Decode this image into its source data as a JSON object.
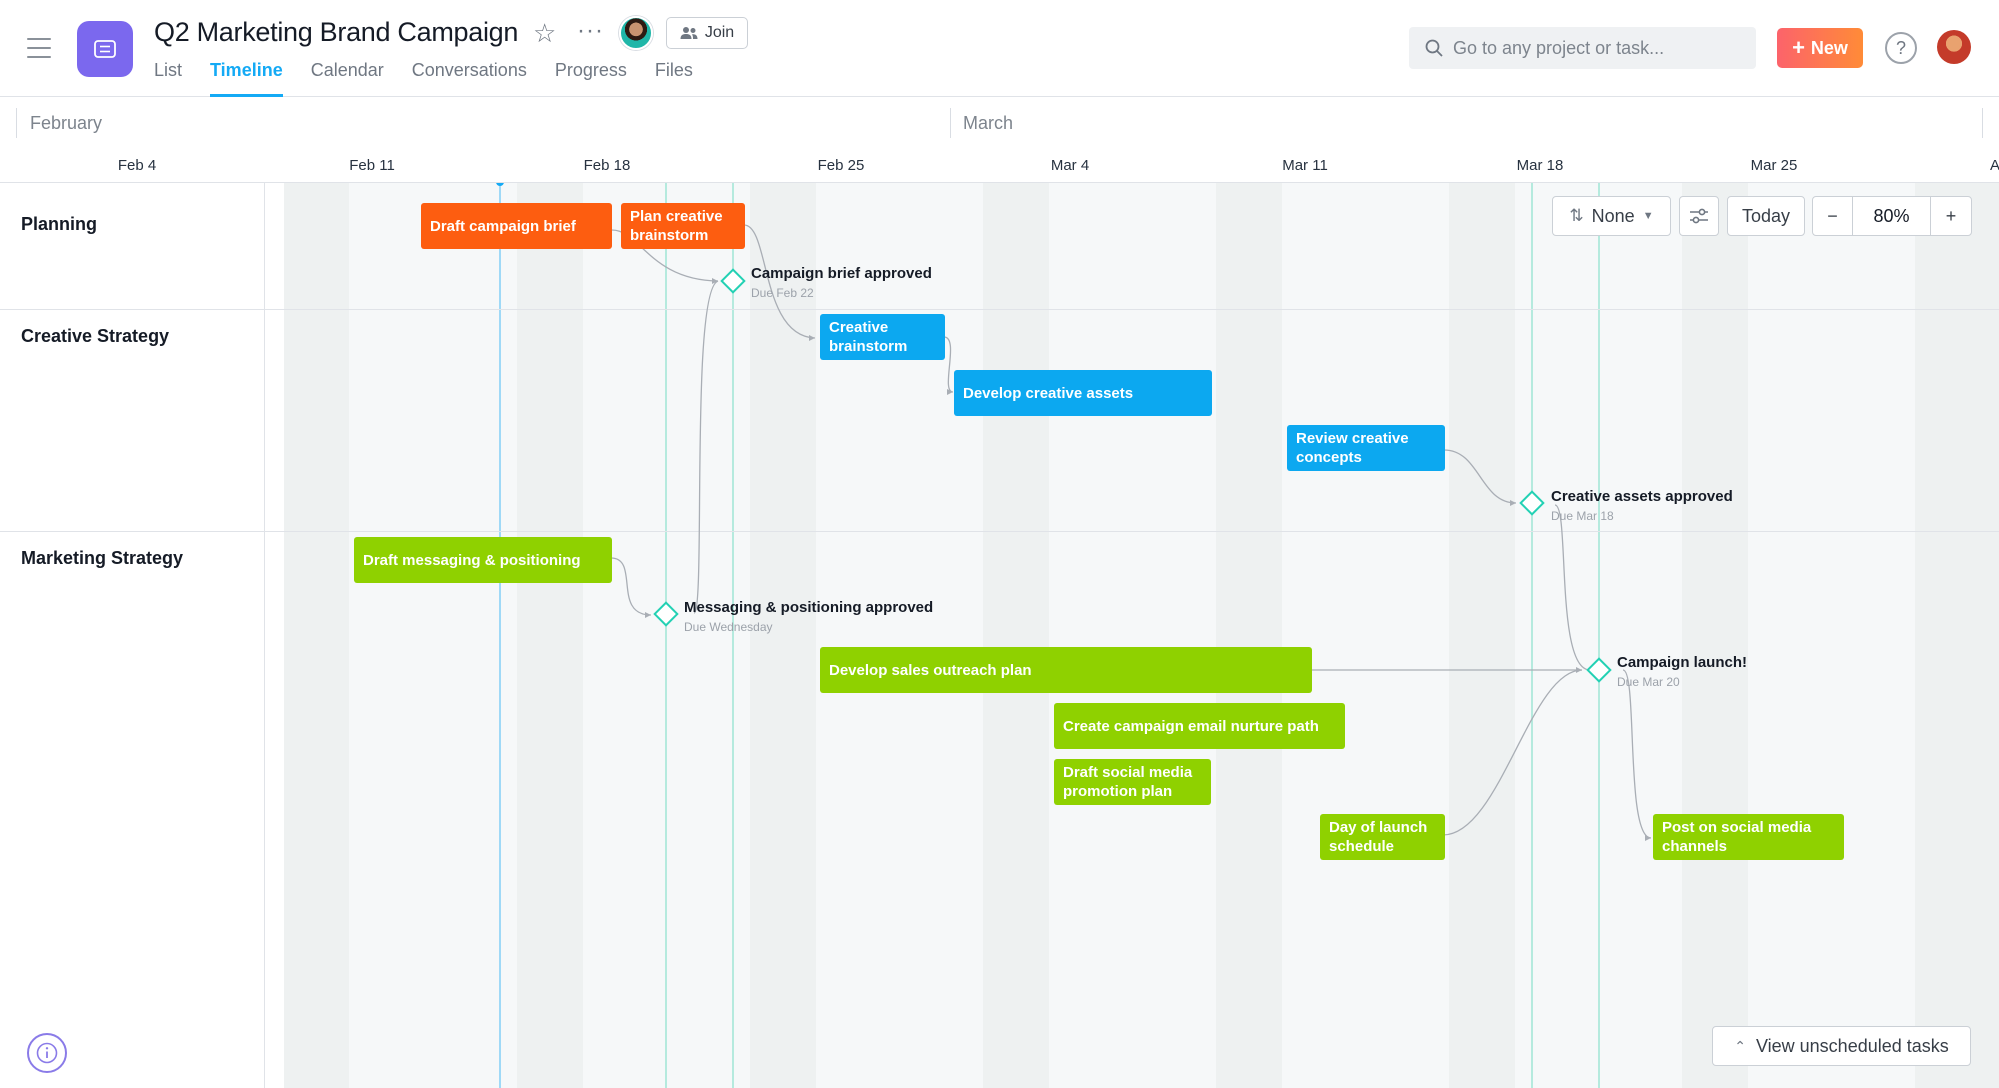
{
  "header": {
    "title": "Q2 Marketing Brand Campaign",
    "join_label": "Join",
    "tabs": [
      {
        "label": "List"
      },
      {
        "label": "Timeline"
      },
      {
        "label": "Calendar"
      },
      {
        "label": "Conversations"
      },
      {
        "label": "Progress"
      },
      {
        "label": "Files"
      }
    ],
    "active_tab": "Timeline",
    "search_placeholder": "Go to any project or task...",
    "new_label": "New",
    "help_label": "?"
  },
  "timeline": {
    "months": [
      "February",
      "March"
    ],
    "weeks": [
      "Feb 4",
      "Feb 11",
      "Feb 18",
      "Feb 25",
      "Mar 4",
      "Mar 11",
      "Mar 18",
      "Mar 25",
      "Ap"
    ],
    "sections": [
      "Planning",
      "Creative Strategy",
      "Marketing Strategy"
    ],
    "tasks": [
      {
        "name": "Draft campaign brief",
        "color": "orange"
      },
      {
        "name": "Plan creative brainstorm",
        "color": "orange"
      },
      {
        "name": "Creative brainstorm",
        "color": "blue"
      },
      {
        "name": "Develop creative assets",
        "color": "blue"
      },
      {
        "name": "Review creative concepts",
        "color": "blue"
      },
      {
        "name": "Draft messaging & positioning",
        "color": "green"
      },
      {
        "name": "Develop sales outreach plan",
        "color": "green"
      },
      {
        "name": "Create campaign email nurture path",
        "color": "green"
      },
      {
        "name": "Draft social media promotion plan",
        "color": "green"
      },
      {
        "name": "Day of launch schedule",
        "color": "green"
      },
      {
        "name": "Post on social media channels",
        "color": "green"
      }
    ],
    "milestones": [
      {
        "name": "Campaign brief approved",
        "due": "Due Feb 22"
      },
      {
        "name": "Creative assets approved",
        "due": "Due Mar 18"
      },
      {
        "name": "Messaging & positioning approved",
        "due": "Due Wednesday"
      },
      {
        "name": "Campaign launch!",
        "due": "Due Mar 20"
      }
    ],
    "colors": {
      "orange": "#fd5d10",
      "blue": "#0ca8f0",
      "green": "#8fd100",
      "milestone": "#23d1b4",
      "accent": "#14aaf5"
    }
  },
  "controls": {
    "sort_label": "None",
    "today_label": "Today",
    "zoom_minus": "−",
    "zoom_value": "80%",
    "zoom_plus": "+",
    "unscheduled_label": "View unscheduled tasks"
  }
}
